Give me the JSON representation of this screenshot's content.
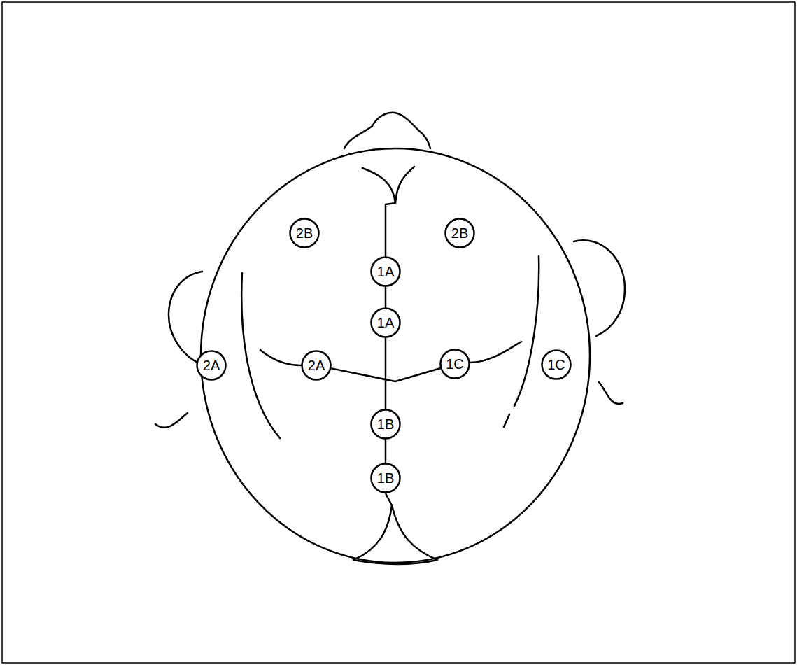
{
  "diagram": {
    "nodes": [
      {
        "text": [
          "2B"
        ]
      },
      {
        "text": [
          "2B"
        ]
      },
      {
        "text": [
          "1A"
        ]
      },
      {
        "text": [
          "1A"
        ]
      },
      {
        "text": [
          "2A"
        ]
      },
      {
        "text": [
          "2A"
        ]
      },
      {
        "text": [
          "1C"
        ]
      },
      {
        "text": [
          "1C"
        ]
      },
      {
        "text": [
          "1B"
        ]
      },
      {
        "text": [
          "1B"
        ]
      }
    ],
    "edges": [
      {
        "from": 2,
        "to": 3,
        "arrow": "none"
      },
      {
        "from": 3,
        "to": 8,
        "arrow": "none"
      },
      {
        "from": 8,
        "to": 9,
        "arrow": "none"
      },
      {
        "from": 5,
        "to": 6,
        "arrow": "none"
      }
    ]
  }
}
